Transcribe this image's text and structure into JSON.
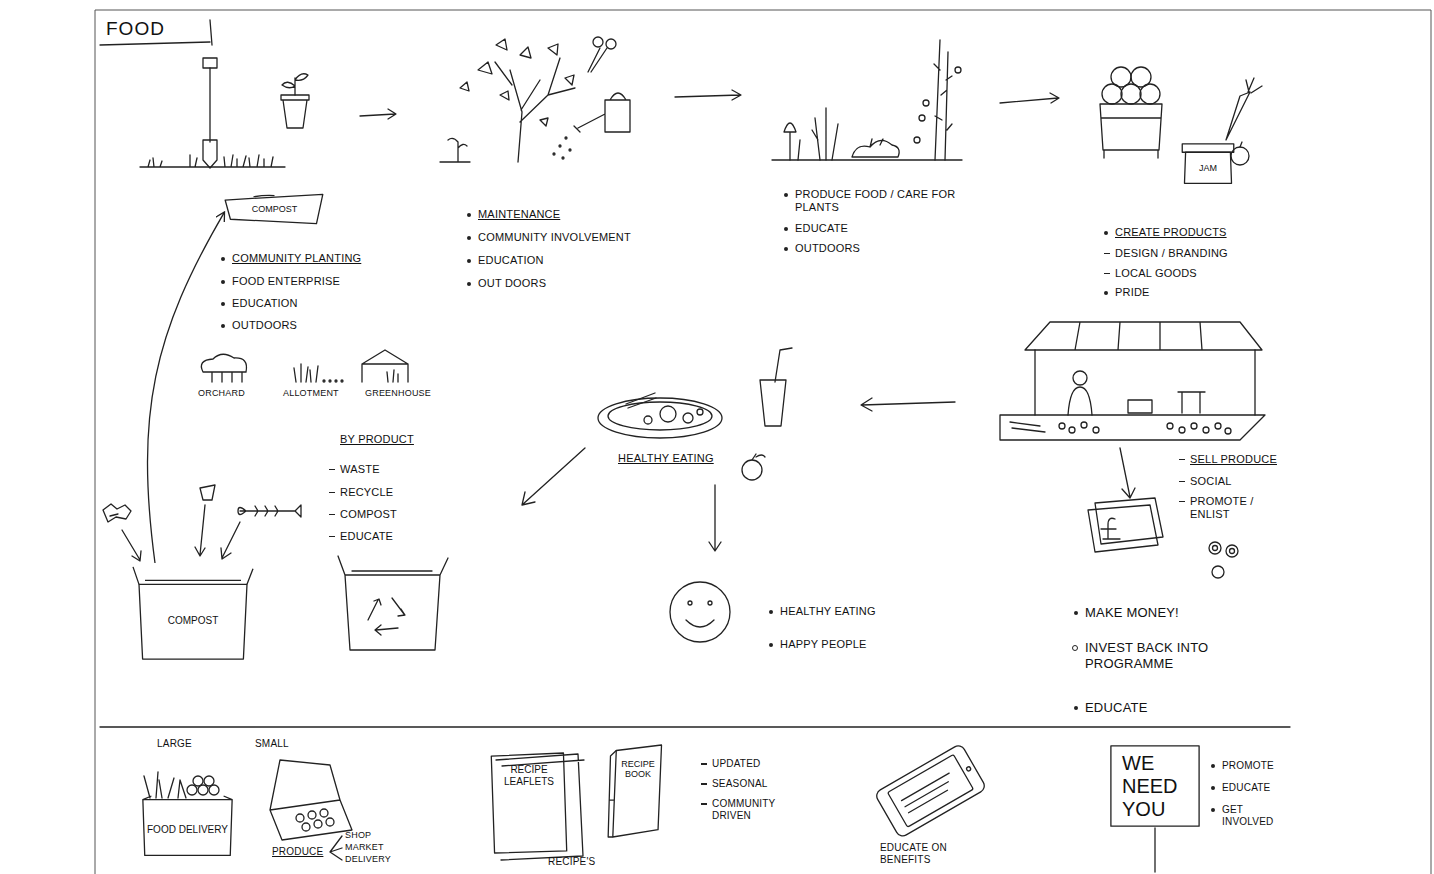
{
  "diagram": {
    "title": "FOOD",
    "nodes": [
      {
        "text": [
          "COMPOST"
        ]
      },
      {
        "text": [
          "JAM"
        ]
      },
      {
        "text": [
          "COMPOST"
        ]
      },
      {
        "text": [
          "FOOD DELIVERY"
        ]
      },
      {
        "text": [
          "RECIPE LEAFLETS"
        ]
      },
      {
        "text": [
          "RECIPE BOOK"
        ]
      },
      {
        "text": [
          "WE NEED YOU"
        ]
      }
    ],
    "edges": [
      {
        "from": 2,
        "to": 0,
        "arrow": "to"
      }
    ],
    "labels": [
      "COMMUNITY PLANTING",
      "FOOD ENTERPRISE",
      "EDUCATION",
      "OUTDOORS",
      "ORCHARD",
      "ALLOTMENT",
      "GREENHOUSE",
      "MAINTENANCE",
      "COMMUNITY INVOLVEMENT",
      "EDUCATION",
      "OUT DOORS",
      "PRODUCE FOOD / CARE FOR PLANTS",
      "EDUCATE",
      "OUTDOORS",
      "CREATE PRODUCTS",
      "DESIGN / BRANDING",
      "LOCAL GOODS",
      "PRIDE",
      "HEALTHY EATING",
      "SELL PRODUCE",
      "SOCIAL",
      "PROMOTE / ENLIST",
      "BY PRODUCT",
      "WASTE",
      "RECYCLE",
      "COMPOST",
      "EDUCATE",
      "HEALTHY EATING",
      "HAPPY PEOPLE",
      "MAKE MONEY!",
      "INVEST BACK INTO PROGRAMME",
      "EDUCATE",
      "LARGE",
      "SMALL",
      "PRODUCE",
      "SHOP",
      "MARKET",
      "DELIVERY",
      "UPDATED",
      "SEASONAL",
      "COMMUNITY DRIVEN",
      "RECIPE'S",
      "EDUCATE ON BENEFITS",
      "PROMOTE",
      "EDUCATE",
      "GET INVOLVED"
    ]
  }
}
